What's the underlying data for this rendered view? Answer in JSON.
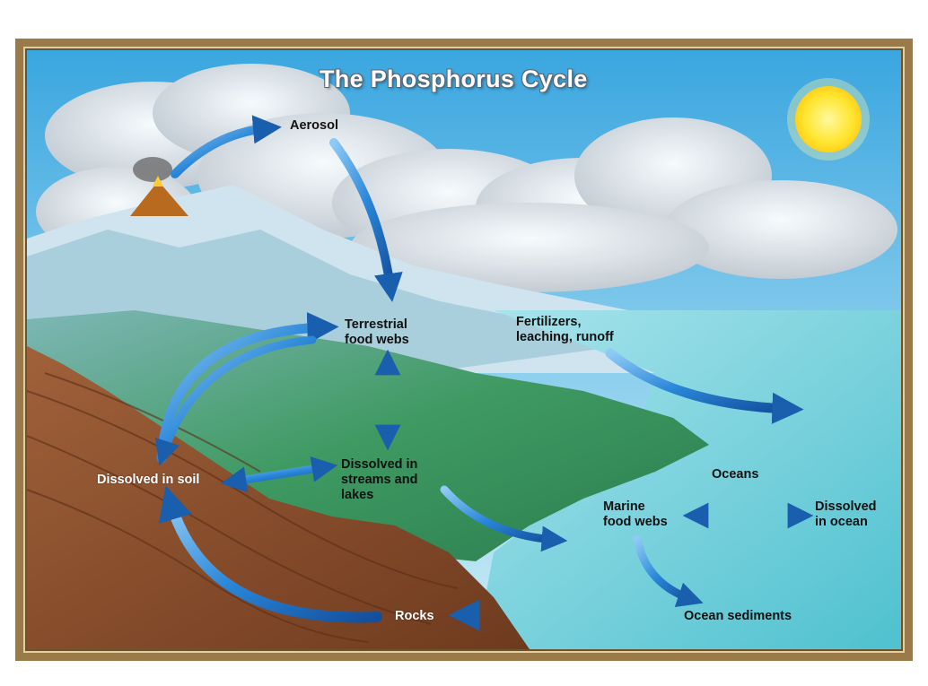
{
  "diagram": {
    "title": "The Phosphorus Cycle",
    "nodes": {
      "aerosol": "Aerosol",
      "terrestrial_food_webs": "Terrestrial\nfood webs",
      "fertilizers": "Fertilizers,\nleaching, runoff",
      "dissolved_in_soil": "Dissolved in soil",
      "dissolved_in_streams": "Dissolved in\nstreams and\nlakes",
      "oceans": "Oceans",
      "marine_food_webs": "Marine\nfood webs",
      "dissolved_in_ocean": "Dissolved\nin ocean",
      "rocks": "Rocks",
      "ocean_sediments": "Ocean sediments"
    },
    "flows": [
      {
        "from": "volcano",
        "to": "aerosol"
      },
      {
        "from": "aerosol",
        "to": "terrestrial_food_webs"
      },
      {
        "from": "dissolved_in_soil",
        "to": "terrestrial_food_webs"
      },
      {
        "from": "terrestrial_food_webs",
        "to": "dissolved_in_soil"
      },
      {
        "from": "terrestrial_food_webs",
        "to": "dissolved_in_streams",
        "bidirectional": true
      },
      {
        "from": "dissolved_in_soil",
        "to": "dissolved_in_streams",
        "bidirectional": true
      },
      {
        "from": "dissolved_in_streams",
        "to": "oceans"
      },
      {
        "from": "fertilizers",
        "to": "oceans"
      },
      {
        "from": "marine_food_webs",
        "to": "dissolved_in_ocean",
        "bidirectional": true
      },
      {
        "from": "marine_food_webs",
        "to": "ocean_sediments"
      },
      {
        "from": "ocean_sediments",
        "to": "rocks"
      },
      {
        "from": "rocks",
        "to": "dissolved_in_soil"
      }
    ]
  },
  "colors": {
    "frame": "#9b7a4a",
    "sky": "#4fb3e6",
    "ocean": "#7fd3e0",
    "land": "#2f8f5a",
    "rock": "#8a4f2c",
    "arrow": "#1f6fc4",
    "sun": "#ffe84a"
  }
}
